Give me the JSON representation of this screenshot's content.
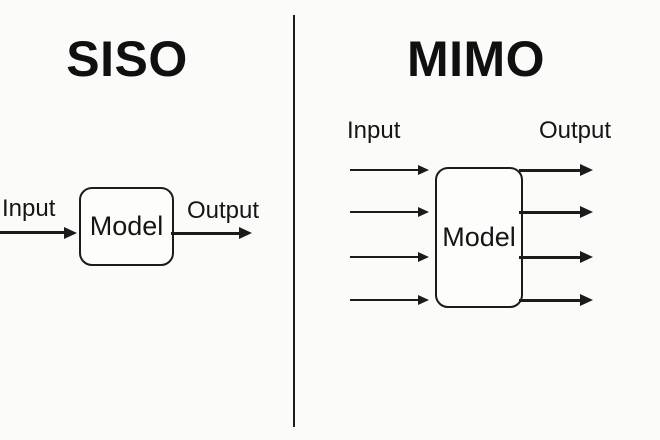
{
  "canvas": {
    "background_color": "#fbfbfa",
    "ink_color": "#1b1b1b"
  },
  "siso": {
    "title": "SISO",
    "input_label": "Input",
    "model_label": "Model",
    "output_label": "Output",
    "input_count": 1,
    "output_count": 1
  },
  "mimo": {
    "title": "MIMO",
    "input_label": "Input",
    "model_label": "Model",
    "output_label": "Output",
    "input_count": 4,
    "output_count": 4
  }
}
